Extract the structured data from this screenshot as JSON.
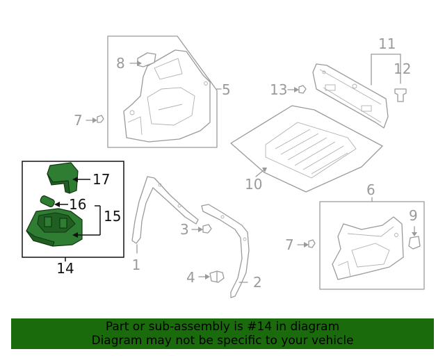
{
  "callouts": {
    "c1": "1",
    "c2": "2",
    "c3": "3",
    "c4": "4",
    "c5": "5",
    "c6": "6",
    "c7a": "7",
    "c7b": "7",
    "c8": "8",
    "c9": "9",
    "c10": "10",
    "c11": "11",
    "c12": "12",
    "c13": "13",
    "c14": "14",
    "c15": "15",
    "c16": "16",
    "c17": "17"
  },
  "banner": {
    "line1": "Part or sub-assembly is #14 in diagram",
    "line2": "Diagram may not be specific to your vehicle"
  },
  "colors": {
    "highlight_part": "#2e7d32",
    "banner_bg": "#1a6b0c",
    "other_parts": "#9a9a9a"
  }
}
